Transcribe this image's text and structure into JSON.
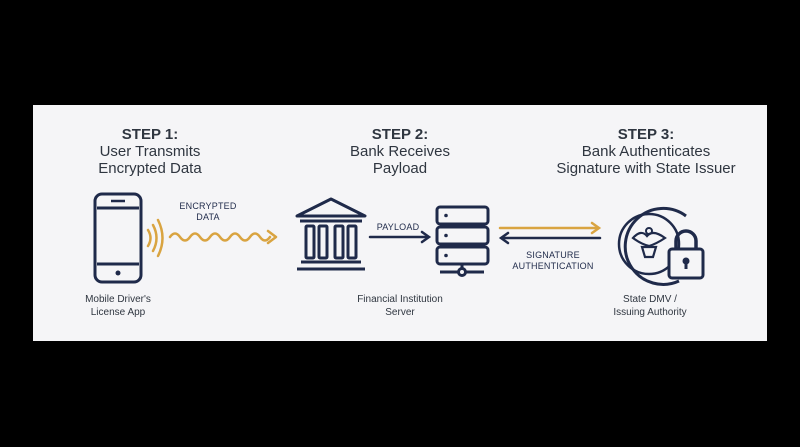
{
  "colors": {
    "navy": "#1f2a4a",
    "gold": "#d9a441",
    "panel": "#f5f5f7",
    "text": "#2f3640"
  },
  "steps": [
    {
      "title": "STEP 1:",
      "line1": "User Transmits",
      "line2": "Encrypted Data"
    },
    {
      "title": "STEP 2:",
      "line1": "Bank Receives",
      "line2": "Payload"
    },
    {
      "title": "STEP 3:",
      "line1": "Bank Authenticates",
      "line2": "Signature with State Issuer"
    }
  ],
  "captions": {
    "phone": {
      "line1": "Mobile Driver's",
      "line2": "License App"
    },
    "bank": {
      "line1": "Financial Institution",
      "line2": "Server"
    },
    "dmv": {
      "line1": "State DMV /",
      "line2": "Issuing Authority"
    }
  },
  "flow_labels": {
    "encrypted": {
      "line1": "ENCRYPTED",
      "line2": "DATA"
    },
    "payload": "PAYLOAD",
    "signature": {
      "line1": "SIGNATURE",
      "line2": "AUTHENTICATION"
    }
  },
  "icons": [
    "smartphone-icon",
    "wireless-signal-icon",
    "bank-building-icon",
    "server-rack-icon",
    "state-seal-icon",
    "padlock-icon"
  ]
}
